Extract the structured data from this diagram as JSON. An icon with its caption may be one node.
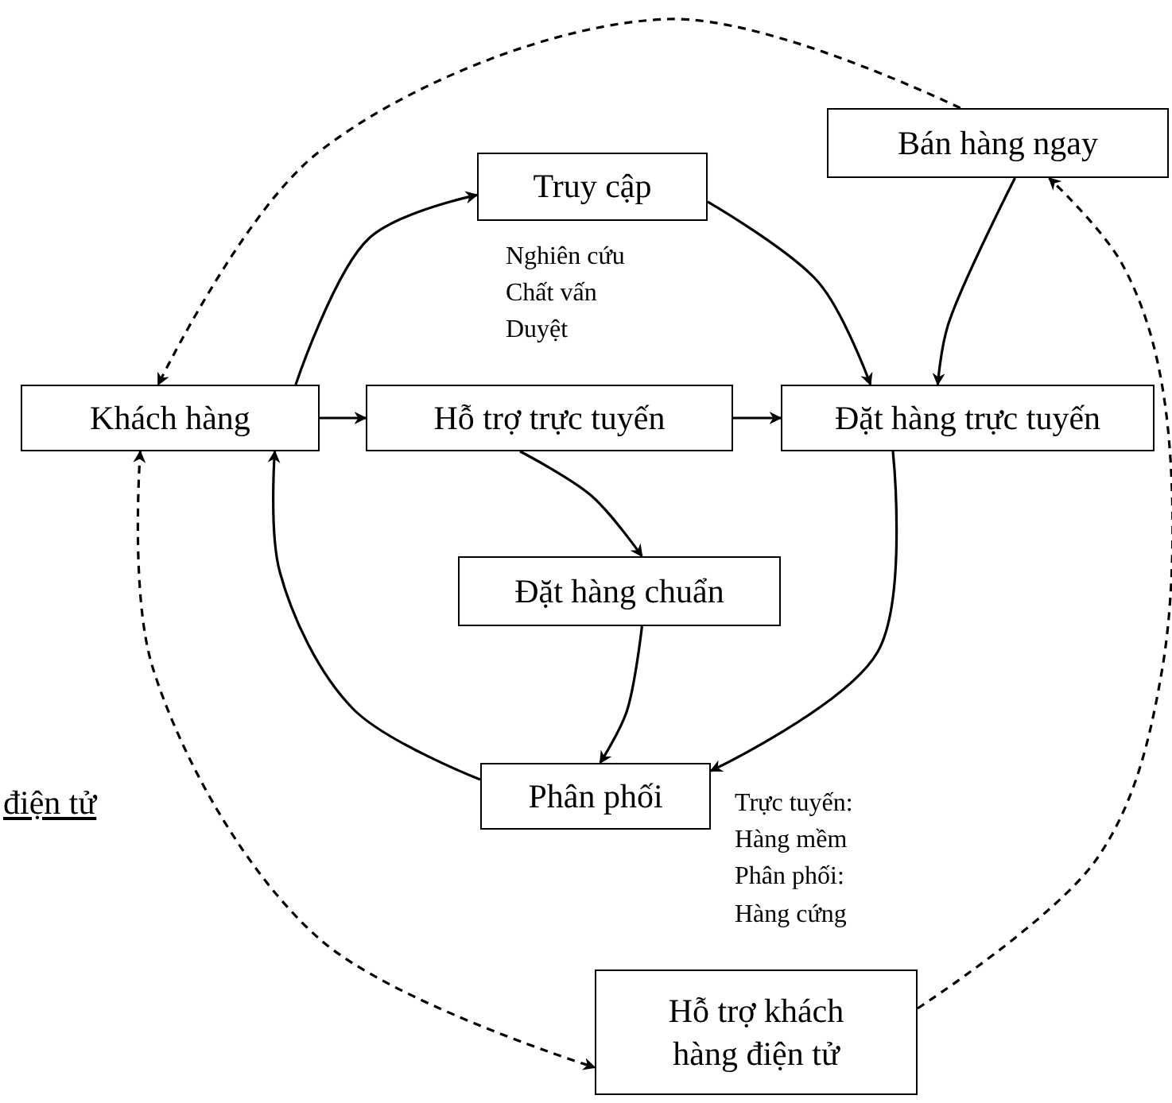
{
  "diagram": {
    "nodes": [
      {
        "text": [
          "Bán hàng ngay"
        ]
      },
      {
        "text": [
          "Truy cập"
        ],
        "beside": [
          "Nghiên cứu Chất vấn Duyệt"
        ]
      },
      {
        "text": [
          "Khách hàng"
        ]
      },
      {
        "text": [
          "Hỗ trợ trực tuyến"
        ]
      },
      {
        "text": [
          "Đặt hàng trực tuyến"
        ]
      },
      {
        "text": [
          "Đặt hàng chuẩn"
        ]
      },
      {
        "text": [
          "Phân phối"
        ],
        "beside": [
          "Trực tuyến: Hàng mềm Phân phối: Hàng cứng"
        ]
      },
      {
        "text": [
          "Hỗ trợ khách hàng điện tử"
        ]
      }
    ],
    "edges": [
      {
        "from": 2,
        "to": 1,
        "arrow": "to"
      },
      {
        "from": 1,
        "to": 4,
        "arrow": "to"
      },
      {
        "from": 0,
        "to": 4,
        "arrow": "to"
      },
      {
        "from": 2,
        "to": 3,
        "arrow": "to"
      },
      {
        "from": 3,
        "to": 4,
        "arrow": "to"
      },
      {
        "from": 3,
        "to": 5,
        "arrow": "to"
      },
      {
        "from": 5,
        "to": 6,
        "arrow": "to"
      },
      {
        "from": 4,
        "to": 6,
        "arrow": "to"
      },
      {
        "from": 6,
        "to": 2,
        "arrow": "to"
      },
      {
        "from": 2,
        "to": 7,
        "arrow": "both",
        "style": "dashed"
      },
      {
        "from": 0,
        "to": 2,
        "arrow": "to",
        "style": "dashed"
      },
      {
        "from": 7,
        "to": 0,
        "arrow": "to",
        "style": "dashed"
      }
    ],
    "labels": [
      "điện tử"
    ]
  }
}
